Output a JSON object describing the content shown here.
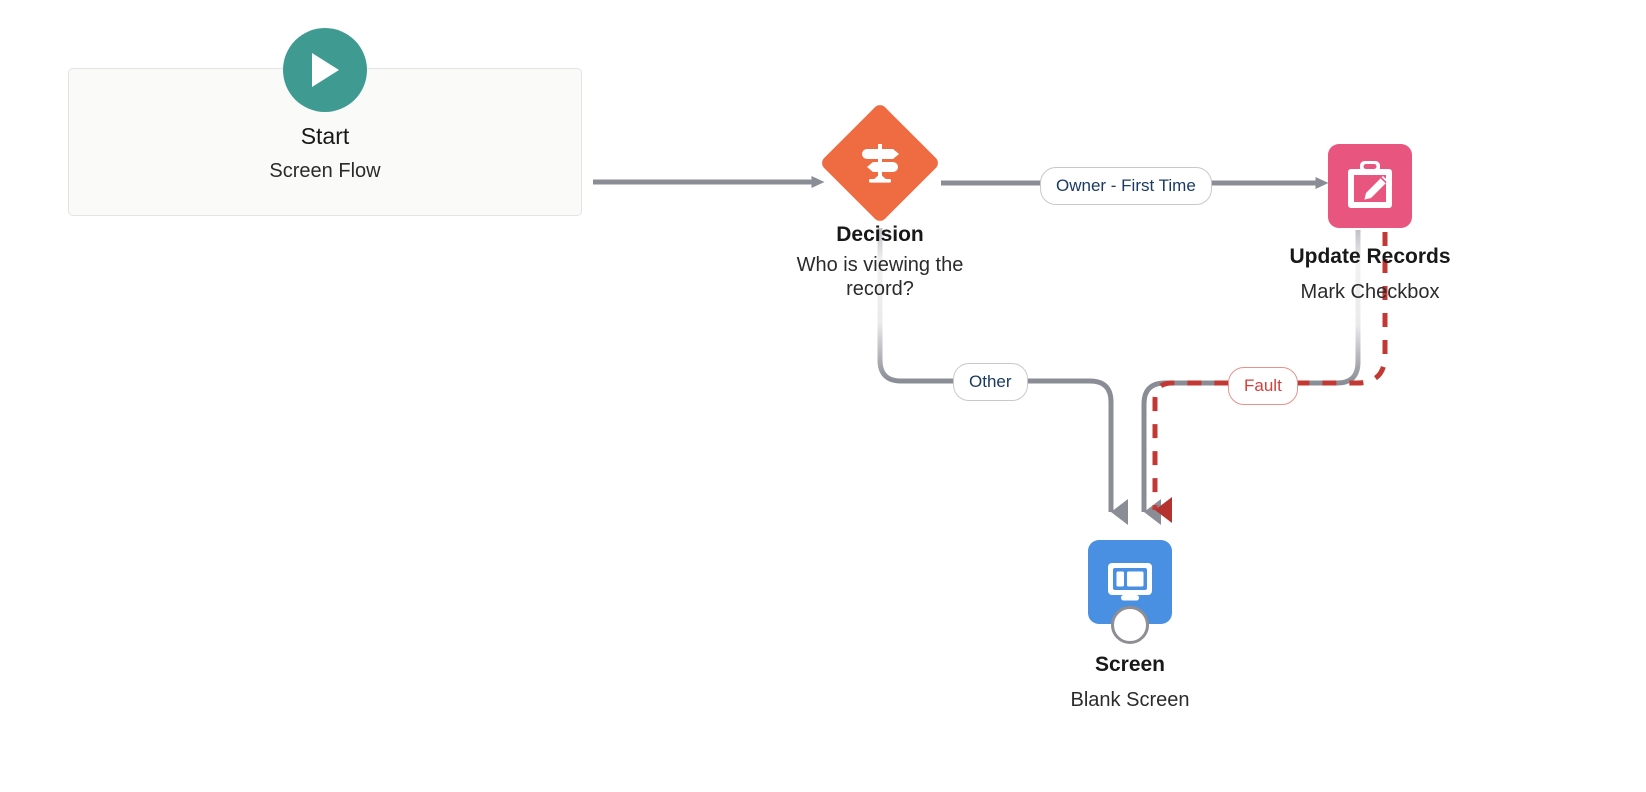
{
  "canvas": {
    "title": "Flow Builder Canvas",
    "background": "#ffffff"
  },
  "colors": {
    "start_accent": "#3f9b91",
    "decision_accent": "#ef6c42",
    "update_accent": "#e8557e",
    "screen_accent": "#4a90e2",
    "connector": "#8a8d95",
    "fault_connector": "#c23934",
    "node_box_fill": "#fafaf9",
    "node_box_border": "#e3e3e1",
    "label_text": "#1b3a63",
    "fault_label_text": "#d2403c"
  },
  "nodes": {
    "start": {
      "label": "Start",
      "sublabel": "Screen Flow",
      "icon": "play-icon"
    },
    "decision": {
      "label": "Decision",
      "sublabel": "Who is viewing the record?",
      "icon": "signpost-icon"
    },
    "update_records": {
      "label": "Update Records",
      "sublabel": "Mark Checkbox",
      "icon": "clipboard-pencil-icon"
    },
    "screen": {
      "label": "Screen",
      "sublabel": "Blank Screen",
      "icon": "screen-monitor-icon"
    }
  },
  "connector_labels": {
    "owner_first_time": "Owner - First Time",
    "other": "Other",
    "fault": "Fault"
  }
}
